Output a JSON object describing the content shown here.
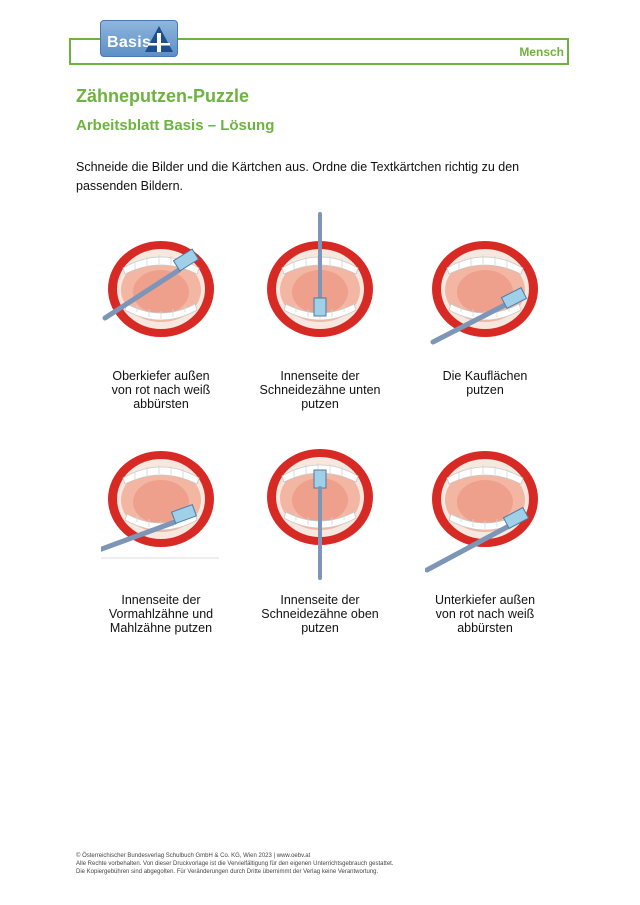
{
  "header": {
    "logo_text": "Basis",
    "section": "Mensch"
  },
  "title": "Zähneputzen-Puzzle",
  "subtitle": "Arbeitsblatt Basis – Lösung",
  "instruction": "Schneide die Bilder und die Kärtchen aus. Ordne die Textkärtchen richtig zu den passenden Bildern.",
  "cards": [
    {
      "caption": "Oberkiefer außen\nvon rot nach weiß\nabbürsten",
      "icon": "toothbrush-outer-upper"
    },
    {
      "caption": "Innenseite der\nSchneidezähne unten\nputzen",
      "icon": "toothbrush-inner-lower-incisors"
    },
    {
      "caption": "Die Kauflächen\nputzen",
      "icon": "toothbrush-chewing-surfaces"
    },
    {
      "caption": "Innenseite der\nVormahlzähne und\nMahlzähne putzen",
      "icon": "toothbrush-inner-molars"
    },
    {
      "caption": "Innenseite der\nSchneidezähne oben\nputzen",
      "icon": "toothbrush-inner-upper-incisors"
    },
    {
      "caption": "Unterkiefer außen\nvon rot nach weiß\nabbürsten",
      "icon": "toothbrush-outer-lower"
    }
  ],
  "footer": {
    "line1": "© Österreichischer Bundesverlag Schulbuch GmbH & Co. KG, Wien 2023 | www.oebv.at",
    "line2": "Alle Rechte vorbehalten. Von dieser Druckvorlage ist die Vervielfältigung für den eigenen Unterrichtsgebrauch gestattet.",
    "line3": "Die Kopiergebühren sind abgegolten. Für Veränderungen durch Dritte übernimmt der Verlag keine Verantwortung."
  },
  "colors": {
    "accent": "#6db33f",
    "lips": "#d82a25",
    "mouth_inside": "#f2b6a2",
    "brush_handle": "#7d95b6"
  }
}
